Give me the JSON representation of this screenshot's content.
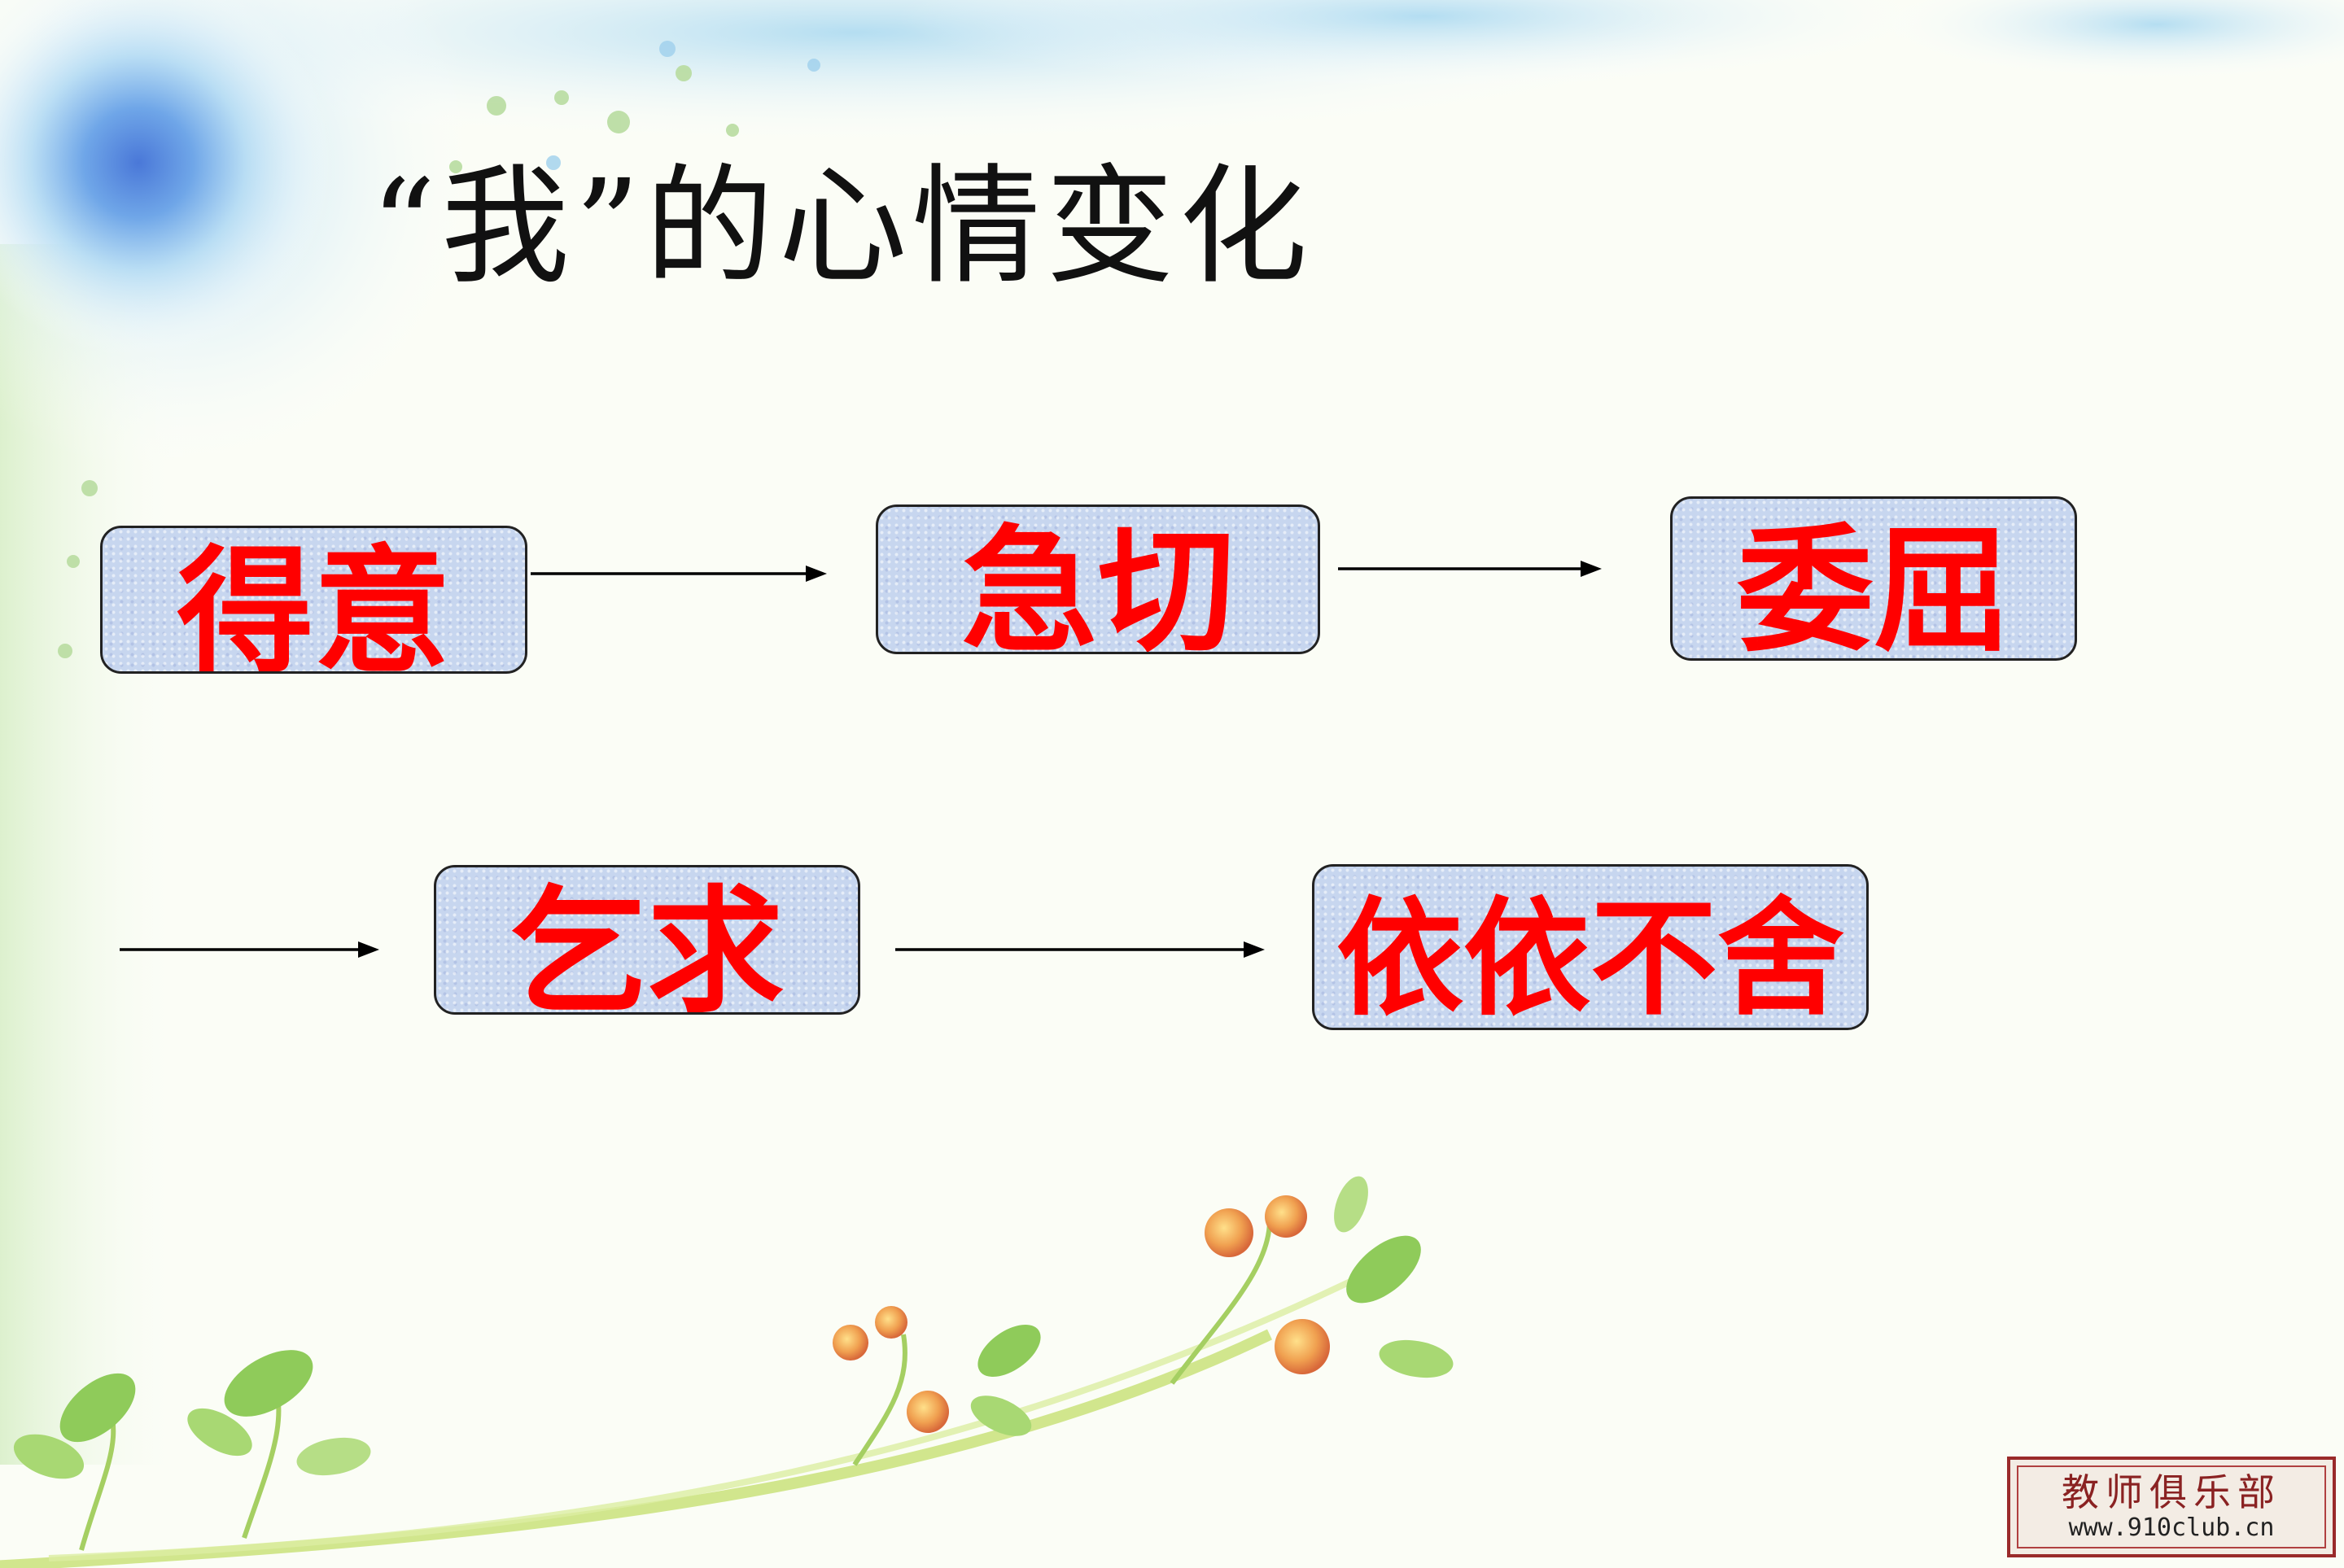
{
  "title": "“我”的心情变化",
  "stages": [
    "得意",
    "急切",
    "委屈",
    "乞求",
    "依依不舍"
  ],
  "stamp": {
    "line1": "教师俱乐部",
    "line2": "www.910club.cn"
  },
  "colors": {
    "stage_text": "#ff0000",
    "box_fill": "#c7d6ef",
    "box_border": "#222222"
  },
  "icons": [
    "arrow-right-icon",
    "branch-with-berries-icon",
    "leaf-sprig-icon"
  ]
}
